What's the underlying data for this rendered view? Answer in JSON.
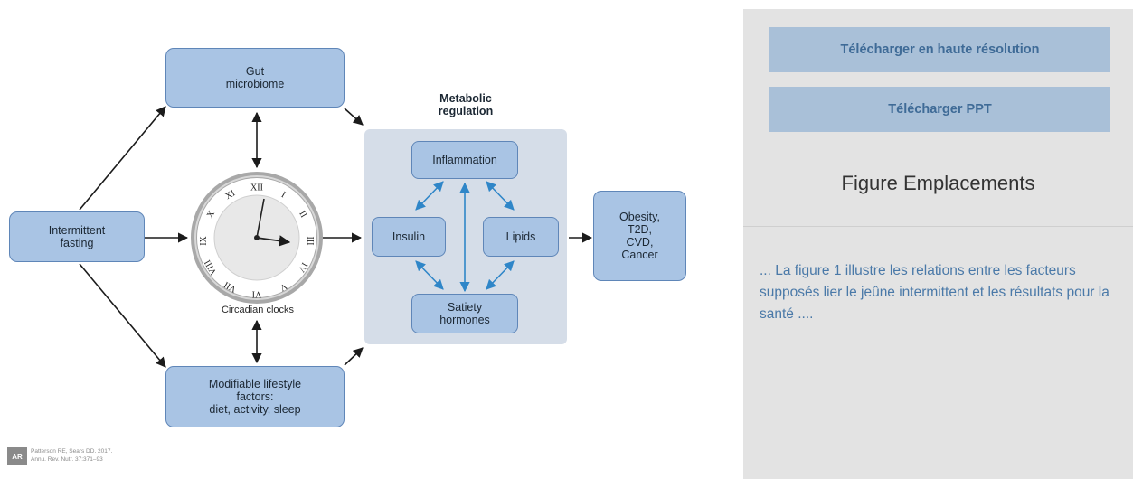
{
  "figure": {
    "nodes": {
      "gut_microbiome": "Gut\nmicrobiome",
      "intermittent_fasting": "Intermittent\nfasting",
      "modifiable_lifestyle": "Modifiable lifestyle\nfactors:\ndiet, activity, sleep",
      "outcomes": "Obesity,\nT2D,\nCVD,\nCancer"
    },
    "metabolic": {
      "title": "Metabolic\nregulation",
      "inflammation": "Inflammation",
      "insulin": "Insulin",
      "lipids": "Lipids",
      "satiety": "Satiety\nhormones"
    },
    "clock": {
      "caption": "Circadian clocks",
      "numerals": [
        "XII",
        "I",
        "II",
        "III",
        "IV",
        "V",
        "VI",
        "VII",
        "VIII",
        "IX",
        "X",
        "XI"
      ]
    },
    "citation": {
      "logo": "AR",
      "text": "Patterson RE, Sears DD. 2017.\nAnnu. Rev. Nutr. 37:371–93"
    }
  },
  "panel": {
    "download_hires": "Télécharger en haute résolution",
    "download_ppt": "Télécharger PPT",
    "heading": "Figure Emplacements",
    "excerpt": "... La figure 1 illustre les relations entre les facteurs supposés lier le jeûne intermittent et les résultats pour la santé ...."
  },
  "colors": {
    "node_fill": "#a9c4e4",
    "node_border": "#5f86b8",
    "panel_fill": "#d5dde8",
    "metabolic_arrow": "#2f86c8",
    "button_fill": "#a9c0d8",
    "button_text": "#3f6b97",
    "link_text": "#4a79a8"
  },
  "icons": {
    "clock": "circadian-clock-icon"
  }
}
